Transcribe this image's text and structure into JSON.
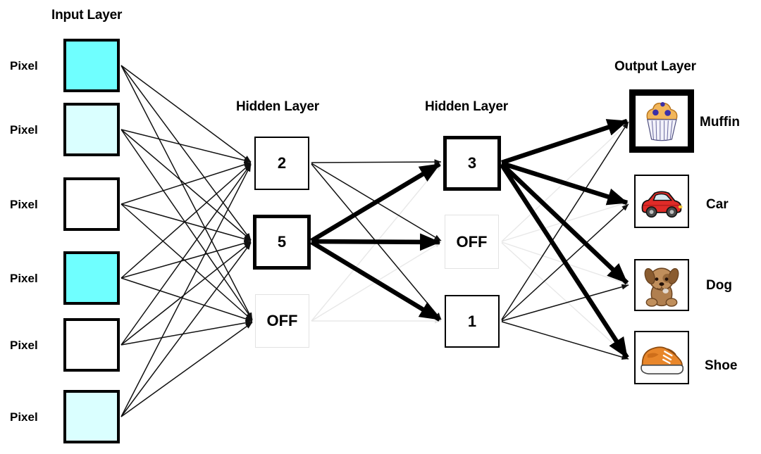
{
  "diagram": {
    "title_input": "Input Layer",
    "title_hidden_1": "Hidden Layer",
    "title_hidden_2": "Hidden Layer",
    "title_output": "Output Layer",
    "colors": {
      "active_pixel": "#6FFFFF",
      "faint_pixel": "#DAFFFF",
      "empty_pixel": "#FFFFFF",
      "edge_strong": "#000000",
      "edge_normal": "#1a1a1a",
      "edge_off": "#E8E8E8",
      "border": "#000000",
      "border_off": "#E2E2E2"
    }
  },
  "input_layer": {
    "label": "Input Layer",
    "nodes": [
      {
        "label": "Pixel",
        "value": "",
        "fill": "#6FFFFF",
        "state": "on"
      },
      {
        "label": "Pixel",
        "value": "",
        "fill": "#DAFFFF",
        "state": "dim"
      },
      {
        "label": "Pixel",
        "value": "",
        "fill": "#FFFFFF",
        "state": "off"
      },
      {
        "label": "Pixel",
        "value": "",
        "fill": "#6FFFFF",
        "state": "on"
      },
      {
        "label": "Pixel",
        "value": "",
        "fill": "#FFFFFF",
        "state": "off"
      },
      {
        "label": "Pixel",
        "value": "",
        "fill": "#DAFFFF",
        "state": "dim"
      }
    ]
  },
  "hidden_layer_1": {
    "label": "Hidden Layer",
    "nodes": [
      {
        "value": "2",
        "state": "normal"
      },
      {
        "value": "5",
        "state": "strong"
      },
      {
        "value": "OFF",
        "state": "off"
      }
    ]
  },
  "hidden_layer_2": {
    "label": "Hidden Layer",
    "nodes": [
      {
        "value": "3",
        "state": "strong"
      },
      {
        "value": "OFF",
        "state": "off"
      },
      {
        "value": "1",
        "state": "normal"
      }
    ]
  },
  "output_layer": {
    "label": "Output Layer",
    "nodes": [
      {
        "label": "Muffin",
        "icon": "muffin-icon",
        "state": "selected"
      },
      {
        "label": "Car",
        "icon": "car-icon",
        "state": "normal"
      },
      {
        "label": "Dog",
        "icon": "dog-icon",
        "state": "normal"
      },
      {
        "label": "Shoe",
        "icon": "shoe-icon",
        "state": "normal"
      }
    ]
  }
}
